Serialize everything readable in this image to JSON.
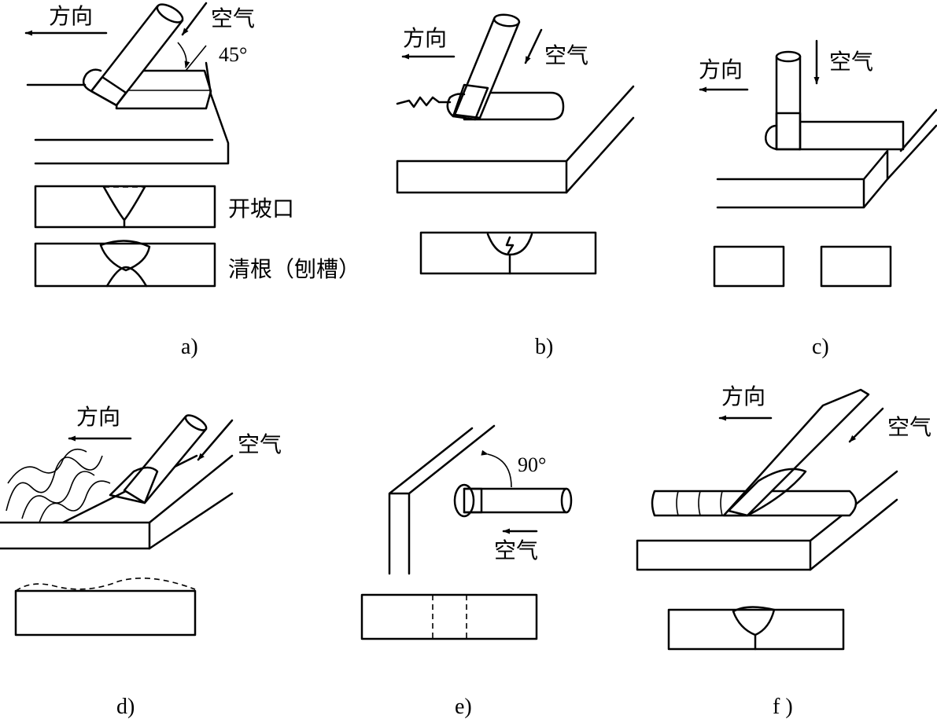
{
  "panels": {
    "a": {
      "caption": "a)",
      "direction": "方向",
      "air": "空气",
      "angle": "45°",
      "label_groove": "开坡口",
      "label_backgouge": "清根（刨槽）"
    },
    "b": {
      "caption": "b)",
      "direction": "方向",
      "air": "空气"
    },
    "c": {
      "caption": "c)",
      "direction": "方向",
      "air": "空气"
    },
    "d": {
      "caption": "d)",
      "direction": "方向",
      "air": "空气"
    },
    "e": {
      "caption": "e)",
      "air": "空气",
      "angle": "90°"
    },
    "f": {
      "caption": "f )",
      "direction": "方向",
      "air": "空气"
    }
  }
}
